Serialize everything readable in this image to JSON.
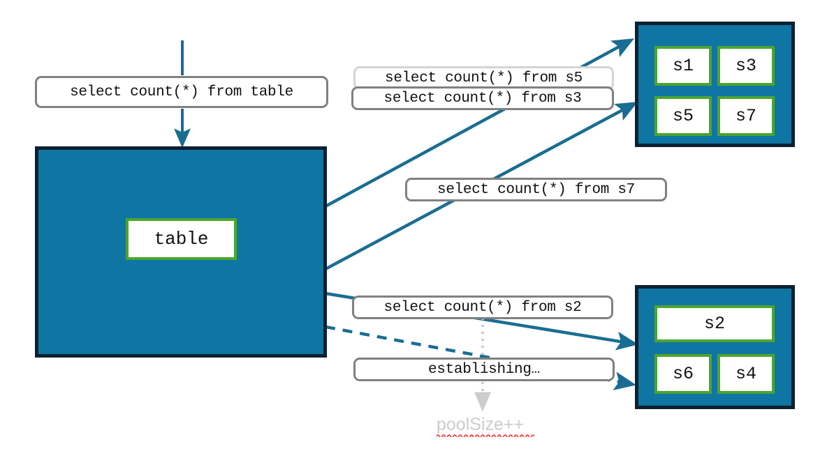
{
  "diagram": {
    "title": "connection pool sharding diagram",
    "colors": {
      "node_fill": "#0f76a4",
      "node_border": "#0d2030",
      "shard_border": "#4ca52e",
      "arrow": "#1a6d92",
      "pill_border": "#808080",
      "pill_border_faded": "#d4d4d4",
      "muted_text": "#cccccc",
      "spellcheck_underline": "#ff2020"
    },
    "main_node": {
      "label": "table"
    },
    "top_node_group": {
      "shards": [
        {
          "label": "s1"
        },
        {
          "label": "s3"
        },
        {
          "label": "s5"
        },
        {
          "label": "s7"
        }
      ]
    },
    "bottom_node_group": {
      "shards": [
        {
          "label": "s2"
        },
        {
          "label": "s6"
        },
        {
          "label": "s4"
        }
      ]
    },
    "labels": {
      "root_query": "select count(*) from table",
      "query_s5": "select count(*) from s5",
      "query_s3": "select count(*) from s3",
      "query_s7": "select count(*) from s7",
      "query_s2": "select count(*) from s2",
      "establishing": "establishing…",
      "pool_size": "poolSize++"
    },
    "connections": [
      {
        "name": "root-to-table",
        "style": "solid",
        "arrow": true
      },
      {
        "name": "table-to-s3",
        "style": "solid",
        "arrow": true
      },
      {
        "name": "table-to-s7",
        "style": "solid",
        "arrow": true
      },
      {
        "name": "table-to-s2",
        "style": "solid",
        "arrow": true
      },
      {
        "name": "table-to-s6-pending",
        "style": "dashed",
        "arrow": true
      },
      {
        "name": "establishing-to-poolsize",
        "style": "dotted",
        "arrow": true
      }
    ]
  }
}
